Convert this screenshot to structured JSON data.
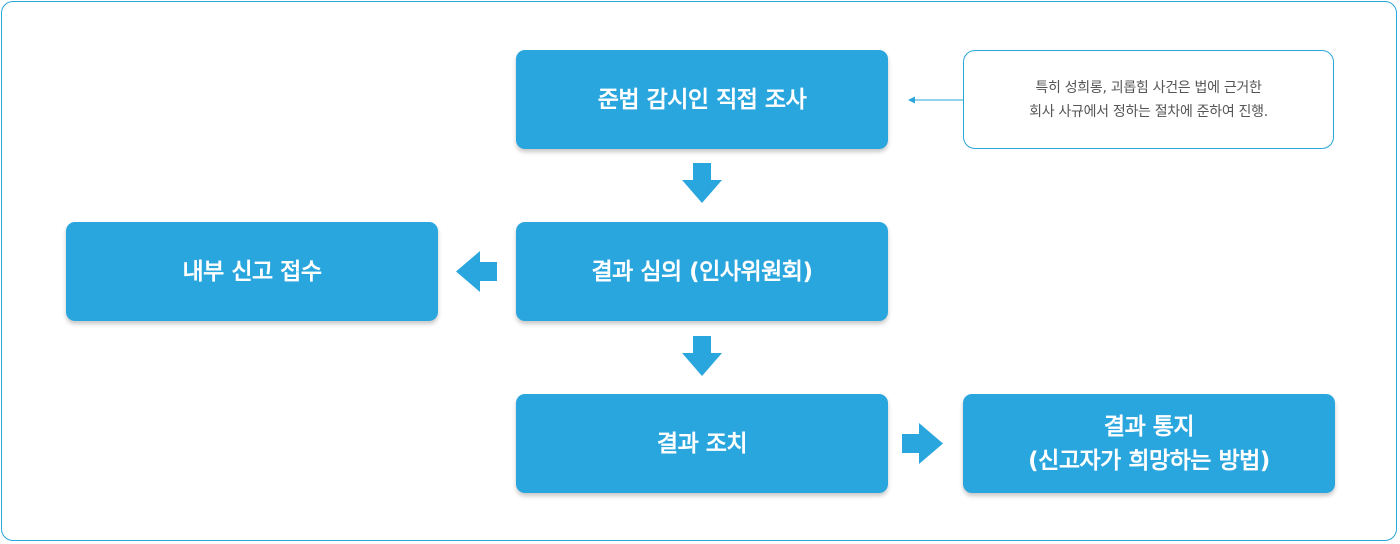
{
  "boxes": {
    "investigation": "준법 감시인 직접 조사",
    "review": "결과 심의 (인사위원회)",
    "internal_report": "내부 신고 접수",
    "action": "결과 조치",
    "notification": "결과 통지\n(신고자가 희망하는 방법)"
  },
  "note": {
    "line1": "특히 성희롱, 괴롭힘 사건은 법에 근거한",
    "line2": "회사 사규에서 정하는 절차에 준하여 진행."
  },
  "colors": {
    "box_fill": "#2aa6df",
    "border": "#2aa6db",
    "note_text": "#555555"
  }
}
